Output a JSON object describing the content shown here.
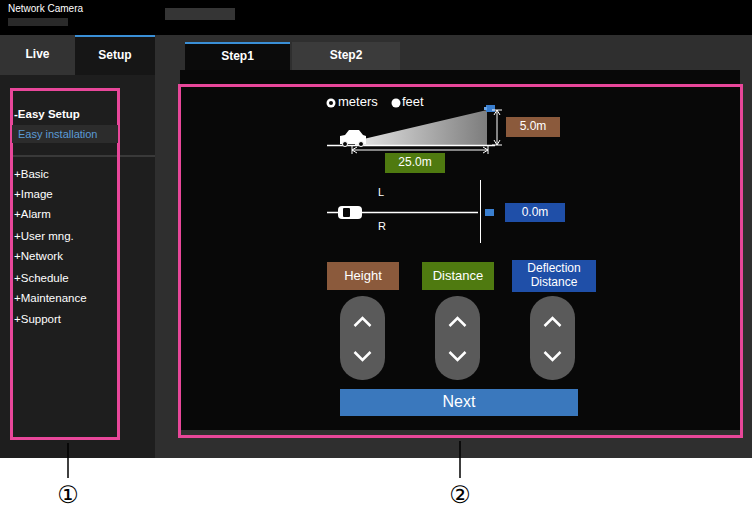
{
  "diagram": {
    "nodes": [
      {
        "text": [
          "Live"
        ]
      },
      {
        "text": [
          "Setup"
        ]
      },
      {
        "text": [
          "Step1"
        ]
      },
      {
        "text": [
          "Step2"
        ]
      },
      {
        "text": [
          "-Easy Setup",
          "+Basic",
          "+Image",
          "+Alarm",
          "+User mng.",
          "+Network",
          "+Schedule",
          "+Maintenance",
          "+Support"
        ]
      },
      {
        "text": [
          "Easy installation"
        ],
        "in": 4
      },
      {
        "text": [
          "meters",
          "feet",
          "L",
          "R"
        ]
      },
      {
        "text": [
          "5.0m"
        ],
        "in": 6
      },
      {
        "text": [
          "25.0m"
        ],
        "in": 6
      },
      {
        "text": [
          "0.0m"
        ],
        "in": 6
      },
      {
        "text": [
          "Height"
        ],
        "in": 6
      },
      {
        "text": [
          "Distance"
        ],
        "in": 6
      },
      {
        "text": [
          "Deflection Distance"
        ],
        "in": 6
      },
      {
        "text": [
          "Next"
        ],
        "in": 6
      }
    ],
    "labels": [
      "Network Camera",
      "①",
      "②"
    ]
  }
}
